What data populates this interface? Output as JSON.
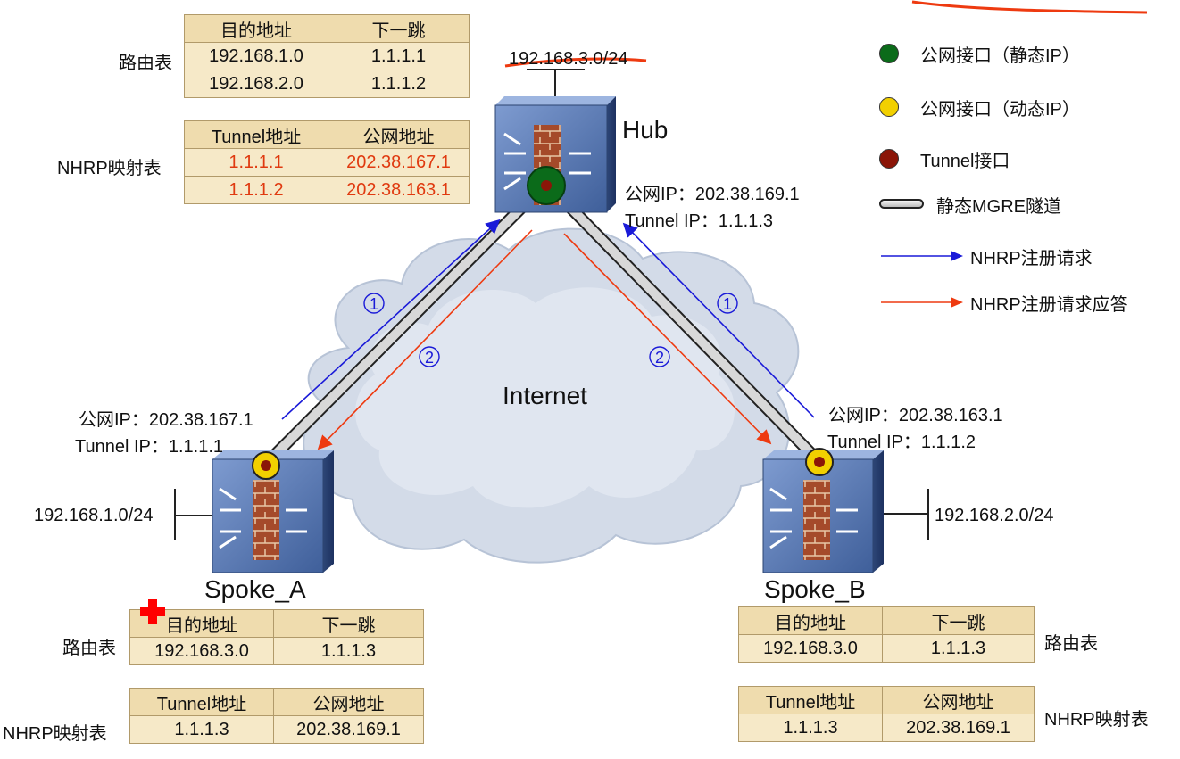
{
  "colors": {
    "static_ip_dot": "#0b6b1a",
    "dynamic_ip_dot": "#f2d000",
    "tunnel_dot": "#8b1508",
    "blue_arrow": "#1a1ad8",
    "red_arrow": "#ee3a10",
    "table_fill": "#f6e9c8",
    "highlight_text": "#e03a10"
  },
  "hub": {
    "name": "Hub",
    "lan": "192.168.3.0/24",
    "public_ip": "公网IP：202.38.169.1",
    "tunnel_ip": "Tunnel IP：1.1.1.3",
    "route_table": {
      "label": "路由表",
      "headers": [
        "目的地址",
        "下一跳"
      ],
      "rows": [
        [
          "192.168.1.0",
          "1.1.1.1"
        ],
        [
          "192.168.2.0",
          "1.1.1.2"
        ]
      ]
    },
    "nhrp_table": {
      "label": "NHRP映射表",
      "headers": [
        "Tunnel地址",
        "公网地址"
      ],
      "rows": [
        [
          "1.1.1.1",
          "202.38.167.1"
        ],
        [
          "1.1.1.2",
          "202.38.163.1"
        ]
      ]
    }
  },
  "spoke_a": {
    "name": "Spoke_A",
    "lan": "192.168.1.0/24",
    "public_ip": "公网IP：202.38.167.1",
    "tunnel_ip": "Tunnel IP：1.1.1.1",
    "route_table": {
      "label": "路由表",
      "headers": [
        "目的地址",
        "下一跳"
      ],
      "rows": [
        [
          "192.168.3.0",
          "1.1.1.3"
        ]
      ]
    },
    "nhrp_table": {
      "label": "NHRP映射表",
      "headers": [
        "Tunnel地址",
        "公网地址"
      ],
      "rows": [
        [
          "1.1.1.3",
          "202.38.169.1"
        ]
      ]
    }
  },
  "spoke_b": {
    "name": "Spoke_B",
    "lan": "192.168.2.0/24",
    "public_ip": "公网IP：202.38.163.1",
    "tunnel_ip": "Tunnel IP：1.1.1.2",
    "route_table": {
      "label": "路由表",
      "headers": [
        "目的地址",
        "下一跳"
      ],
      "rows": [
        [
          "192.168.3.0",
          "1.1.1.3"
        ]
      ]
    },
    "nhrp_table": {
      "label": "NHRP映射表",
      "headers": [
        "Tunnel地址",
        "公网地址"
      ],
      "rows": [
        [
          "1.1.1.3",
          "202.38.169.1"
        ]
      ]
    }
  },
  "cloud_label": "Internet",
  "step_labels": {
    "request": "1",
    "reply": "2"
  },
  "legend": [
    {
      "icon": "green-dot-icon",
      "label": "公网接口（静态IP）"
    },
    {
      "icon": "yellow-dot-icon",
      "label": "公网接口（动态IP）"
    },
    {
      "icon": "red-dot-icon",
      "label": "Tunnel接口"
    },
    {
      "icon": "tunnel-tube-icon",
      "label": "静态MGRE隧道"
    },
    {
      "icon": "blue-arrow-icon",
      "label": "NHRP注册请求"
    },
    {
      "icon": "red-arrow-icon",
      "label": "NHRP注册请求应答"
    }
  ]
}
